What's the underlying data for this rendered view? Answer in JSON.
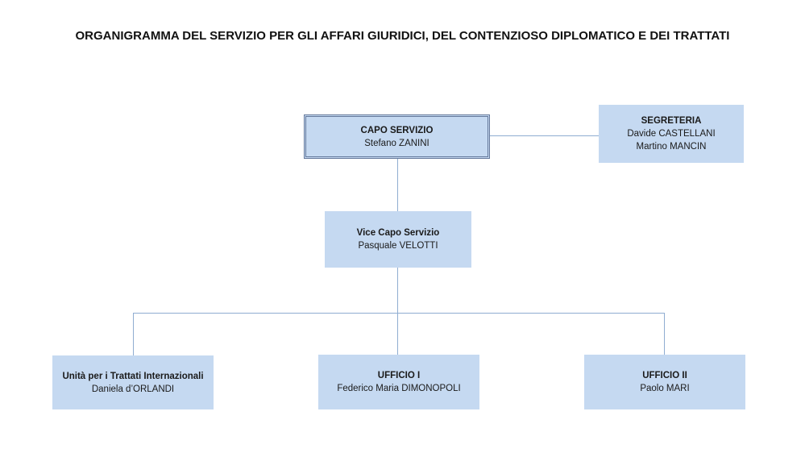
{
  "page": {
    "title": "ORGANIGRAMMA DEL SERVIZIO PER GLI AFFARI GIURIDICI, DEL CONTENZIOSO DIPLOMATICO E DEI TRATTATI"
  },
  "colors": {
    "box_fill": "#c5d9f1",
    "box_border": "#64789b",
    "connector_line": "#8fadd1",
    "text": "#1a1a1a"
  },
  "org": {
    "capo": {
      "title": "CAPO SERVIZIO",
      "name": "Stefano ZANINI"
    },
    "segreteria": {
      "title": "SEGRETERIA",
      "members": [
        "Davide CASTELLANI",
        "Martino MANCIN"
      ]
    },
    "vice": {
      "title": "Vice Capo Servizio",
      "name": "Pasquale VELOTTI"
    },
    "unita": {
      "title": "Unità per i Trattati Internazionali",
      "name": "Daniela d’ORLANDI"
    },
    "ufficio1": {
      "title": "UFFICIO I",
      "name": "Federico Maria DIMONOPOLI"
    },
    "ufficio2": {
      "title": "UFFICIO II",
      "name": "Paolo MARI"
    }
  }
}
